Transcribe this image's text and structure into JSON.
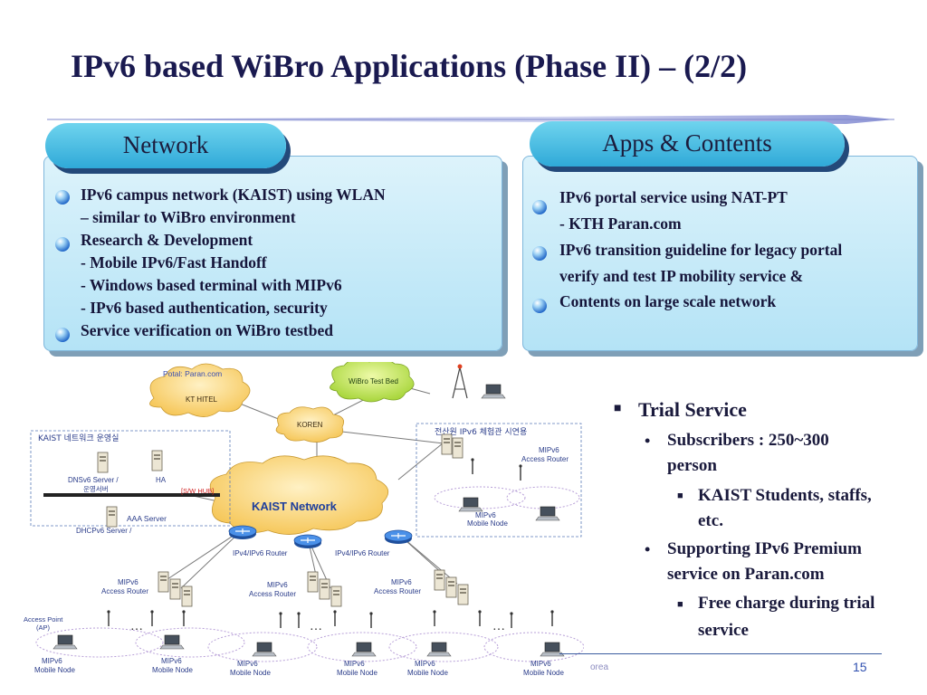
{
  "slide": {
    "title": "IPv6 based WiBro Applications (Phase II) – (2/2)",
    "page_number": "15",
    "footer_text": "orea"
  },
  "network_panel": {
    "tab_label": "Network",
    "lines": [
      "IPv6 campus network (KAIST) using WLAN",
      "– similar to WiBro environment",
      "Research & Development",
      "- Mobile IPv6/Fast Handoff",
      "- Windows based terminal with MIPv6",
      "- IPv6 based authentication, security",
      "Service verification on WiBro testbed"
    ]
  },
  "apps_panel": {
    "tab_label": "Apps & Contents",
    "lines": [
      "IPv6 portal service using NAT-PT",
      "- KTH Paran.com",
      "IPv6 transition guideline for legacy portal",
      "verify and test IP mobility service &",
      "Contents on large scale network"
    ]
  },
  "trial": {
    "heading": "Trial Service",
    "sub1_line1": "Subscribers : 250~300",
    "sub1_line2": "person",
    "sub1_detail_line1": "KAIST Students, staffs,",
    "sub1_detail_line2": "etc.",
    "sub2_line1": "Supporting IPv6 Premium",
    "sub2_line2": "service on Paran.com",
    "sub2_detail_line1": "Free charge during trial",
    "sub2_detail_line2": "service"
  },
  "diagram": {
    "potal_label": "Potal: Paran.com",
    "kt_hitel": "KT HITEL",
    "wibro_testbed": "WiBro Test Bed",
    "koren": "KOREN",
    "kaist_network": "KAIST Network",
    "kaist_ops_room": "KAIST 네트워크 운영실",
    "exhibit_hall": "전산원 IPv6 체험관 시연용",
    "dns_server_1": "DNSv6 Server /",
    "dns_server_2": "운영서버",
    "ha": "HA",
    "sw_hub": "[S/W HUB]",
    "aaa_server": "AAA Server",
    "dhcp_server": "DHCPv6 Server /",
    "router_left": "IPv4/IPv6 Router",
    "router_right": "IPv4/IPv6 Router",
    "mipv6_ar_1": "MIPv6",
    "mipv6_ar_2": "Access Router",
    "mipv6_mn_1": "MIPv6",
    "mipv6_mn_2": "Mobile Node",
    "ap_1": "Access Point",
    "ap_2": "(AP)",
    "ellipsis": "…"
  },
  "colors": {
    "title": "#1a1a50",
    "tab_top": "#6fd4ee",
    "tab_bottom": "#2fa9d8",
    "panel": "#c8ecf9",
    "cloud": "#fbd98a",
    "cloud_green": "#c8e85a",
    "router": "#3a7ee0",
    "accent_line": "#3b5ca0"
  }
}
